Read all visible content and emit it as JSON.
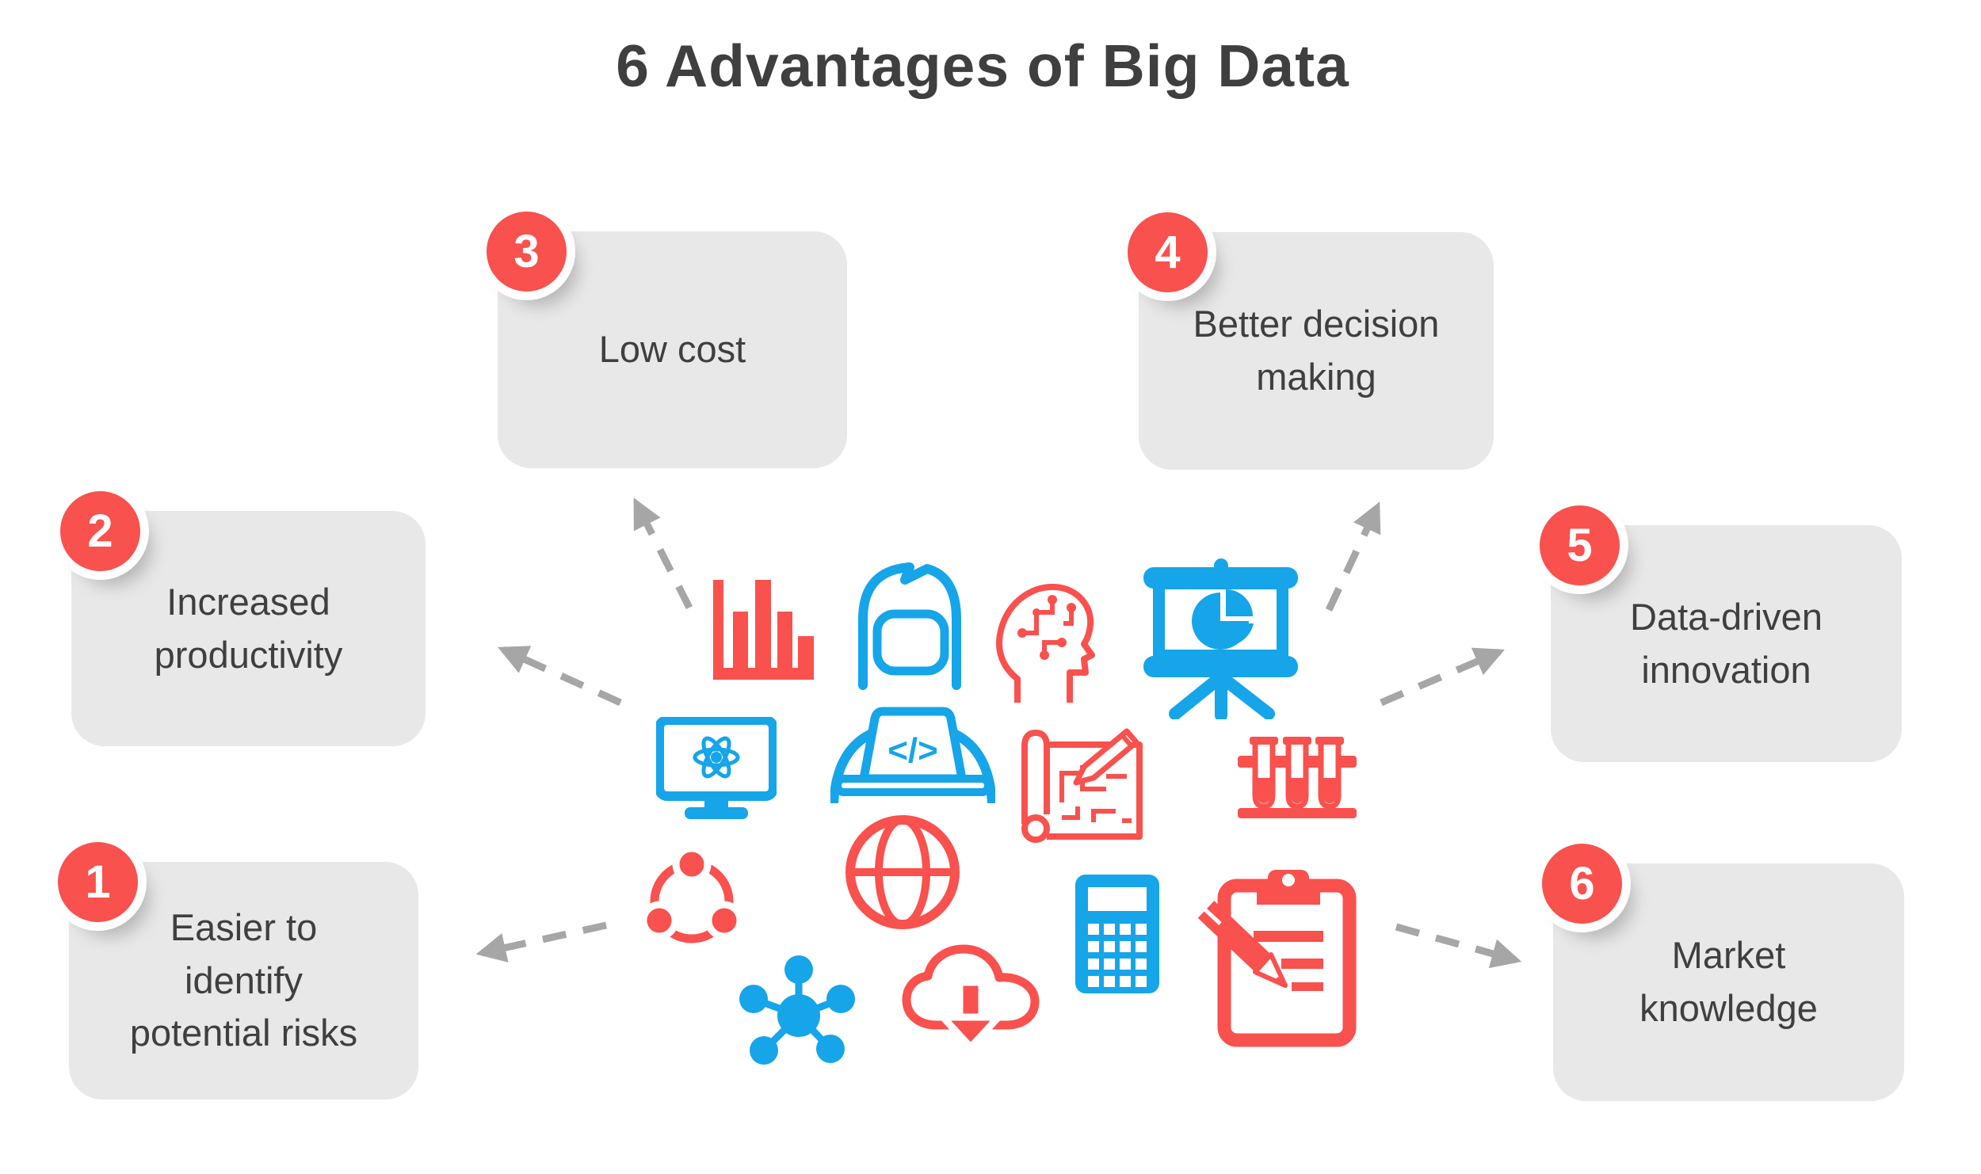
{
  "title": "6 Advantages of Big Data",
  "colors": {
    "red": "#F9514E",
    "blue": "#16A5E8",
    "card_bg": "#E8E8E8",
    "text": "#3F3F3F",
    "arrow": "#A6A6A6",
    "background": "#FFFFFF",
    "badge_text": "#FFFFFF"
  },
  "cards": [
    {
      "number": "1",
      "label": "Easier to\nidentify\npotential risks"
    },
    {
      "number": "2",
      "label": "Increased\nproductivity"
    },
    {
      "number": "3",
      "label": "Low cost"
    },
    {
      "number": "4",
      "label": "Better decision\nmaking"
    },
    {
      "number": "5",
      "label": "Data-driven\ninnovation"
    },
    {
      "number": "6",
      "label": "Market\nknowledge"
    }
  ],
  "laptop_code_glyph": "</>",
  "center_icons": [
    {
      "name": "bar-chart-icon",
      "color": "red"
    },
    {
      "name": "woman-coder-icon",
      "color": "blue"
    },
    {
      "name": "ai-head-circuit-icon",
      "color": "red"
    },
    {
      "name": "presentation-pie-chart-icon",
      "color": "blue"
    },
    {
      "name": "monitor-atom-icon",
      "color": "blue"
    },
    {
      "name": "blueprint-pencil-icon",
      "color": "red"
    },
    {
      "name": "test-tubes-icon",
      "color": "red"
    },
    {
      "name": "share-network-icon",
      "color": "red"
    },
    {
      "name": "globe-icon",
      "color": "red"
    },
    {
      "name": "molecule-network-icon",
      "color": "blue"
    },
    {
      "name": "cloud-download-icon",
      "color": "red"
    },
    {
      "name": "calculator-icon",
      "color": "blue"
    },
    {
      "name": "clipboard-pencil-icon",
      "color": "red"
    }
  ]
}
